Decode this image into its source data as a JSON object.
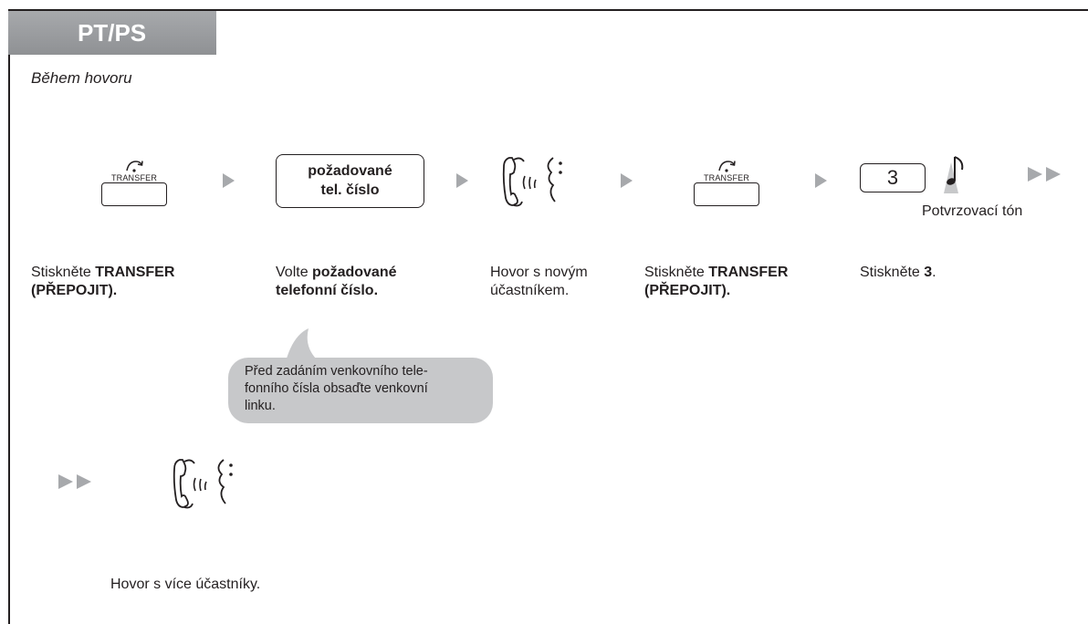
{
  "header": {
    "tab_label": "PT/PS",
    "subtitle": "Během hovoru"
  },
  "steps": [
    {
      "key_label": "TRANSFER",
      "desc_plain": "Stiskněte ",
      "desc_bold": "TRANSFER",
      "desc_line2_bold": "(PŘEPOJIT)."
    },
    {
      "box_line1": "požadované",
      "box_line2": "tel. číslo",
      "desc_plain": "Volte ",
      "desc_bold": "požadované",
      "desc_line2_bold": "telefonní číslo."
    },
    {
      "desc_line1": "Hovor s novým",
      "desc_line2": "účastníkem."
    },
    {
      "key_label": "TRANSFER",
      "desc_plain": "Stiskněte ",
      "desc_bold": "TRANSFER",
      "desc_line2_bold": "(PŘEPOJIT)."
    },
    {
      "key_value": "3",
      "tone_caption": "Potvrzovací tón",
      "desc_plain": "Stiskněte ",
      "desc_bold": "3",
      "desc_tail": "."
    }
  ],
  "note": {
    "line1": "Před zadáním venkovního tele-",
    "line2": "fonního čísla obsaďte venkovní",
    "line3": "linku."
  },
  "final": {
    "caption": "Hovor s více účastníky."
  },
  "colors": {
    "tab": "#8f9194",
    "arrow": "#a7a9ac",
    "bubble": "#c7c8ca",
    "ink": "#231f20"
  },
  "icons": [
    "transfer-arrow-icon",
    "handset-talk-icon",
    "musical-note-icon",
    "next-step-arrow-icon",
    "continue-double-arrow-icon"
  ]
}
